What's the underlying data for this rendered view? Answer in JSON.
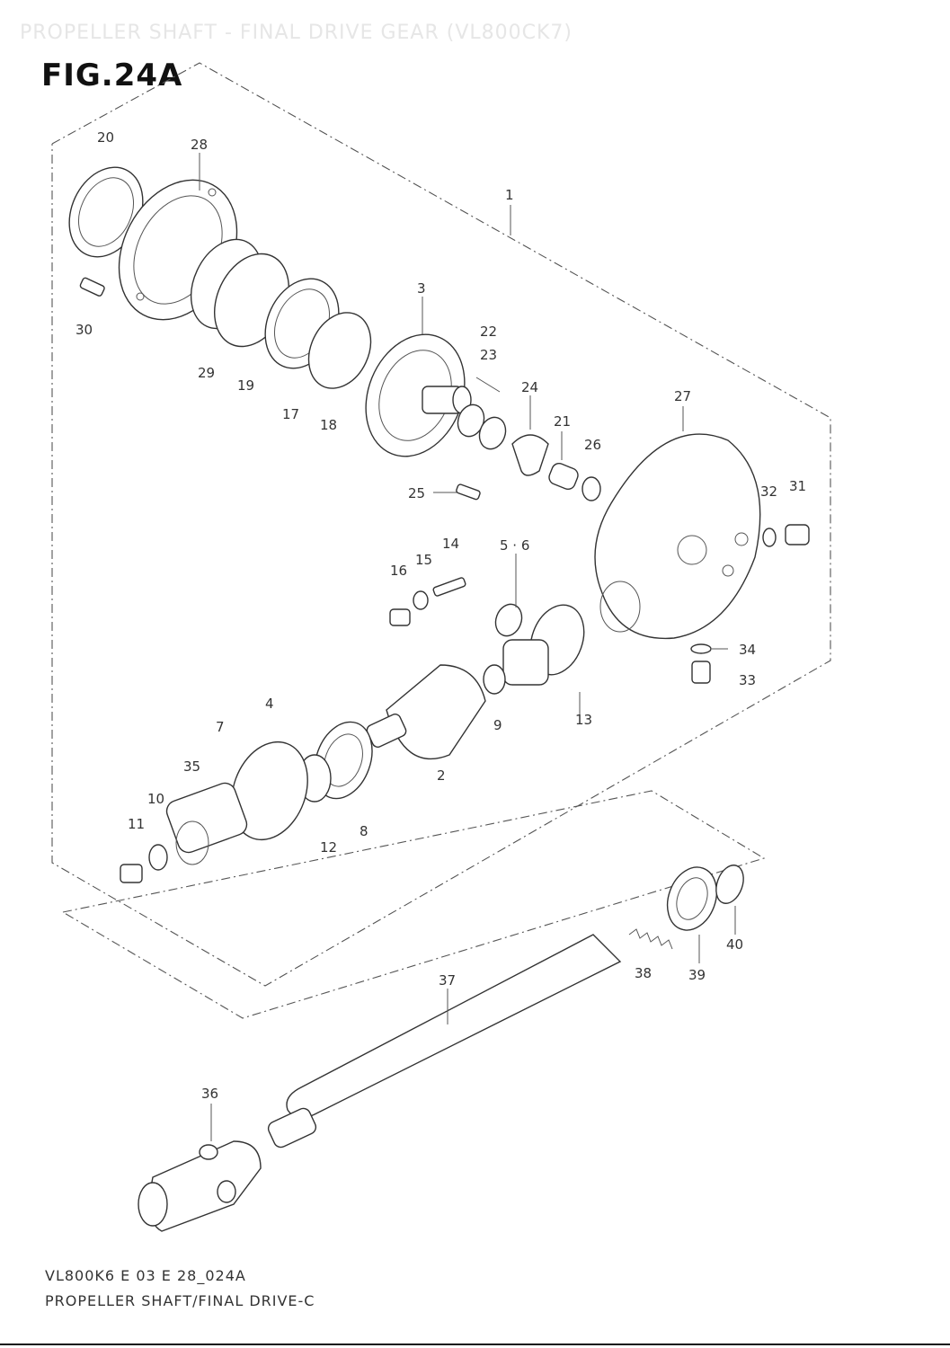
{
  "watermark": "PROPELLER SHAFT - FINAL DRIVE GEAR (VL800CK7)",
  "figure_label": "FIG.24A",
  "footer": {
    "code": "VL800K6 E 03 E 28_024A",
    "title": "PROPELLER SHAFT/FINAL DRIVE-C"
  },
  "callouts": {
    "c1": "1",
    "c2": "2",
    "c3": "3",
    "c4": "4",
    "c56": "5 · 6",
    "c7": "7",
    "c8": "8",
    "c9": "9",
    "c10": "10",
    "c11": "11",
    "c12": "12",
    "c13": "13",
    "c14": "14",
    "c15": "15",
    "c16": "16",
    "c17": "17",
    "c18": "18",
    "c19": "19",
    "c20": "20",
    "c21": "21",
    "c22": "22",
    "c23": "23",
    "c24": "24",
    "c25": "25",
    "c26": "26",
    "c27": "27",
    "c28": "28",
    "c29": "29",
    "c30": "30",
    "c31": "31",
    "c32": "32",
    "c33": "33",
    "c34": "34",
    "c35": "35",
    "c36": "36",
    "c37": "37",
    "c38": "38",
    "c39": "39",
    "c40": "40"
  }
}
